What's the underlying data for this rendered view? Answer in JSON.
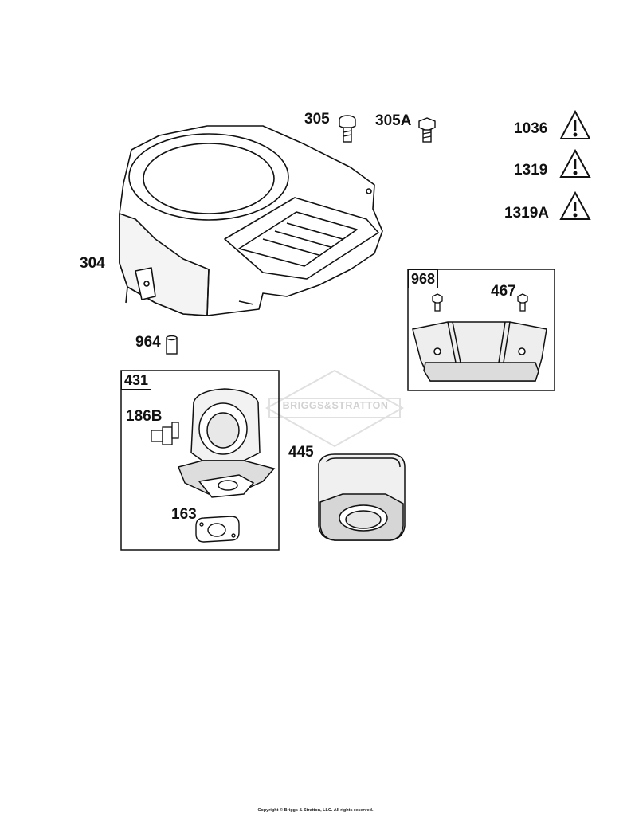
{
  "callouts": {
    "c304": "304",
    "c305": "305",
    "c305a": "305A",
    "c1036": "1036",
    "c1319": "1319",
    "c1319a": "1319A",
    "c964": "964",
    "c968": "968",
    "c467": "467",
    "c431": "431",
    "c186b": "186B",
    "c445": "445",
    "c163": "163"
  },
  "watermark": "BRIGGS&STRATTON",
  "copyright": "Copyright © Briggs & Stratton, LLC. All rights reserved.",
  "icons": {
    "warning": "warning-triangle-icon"
  }
}
